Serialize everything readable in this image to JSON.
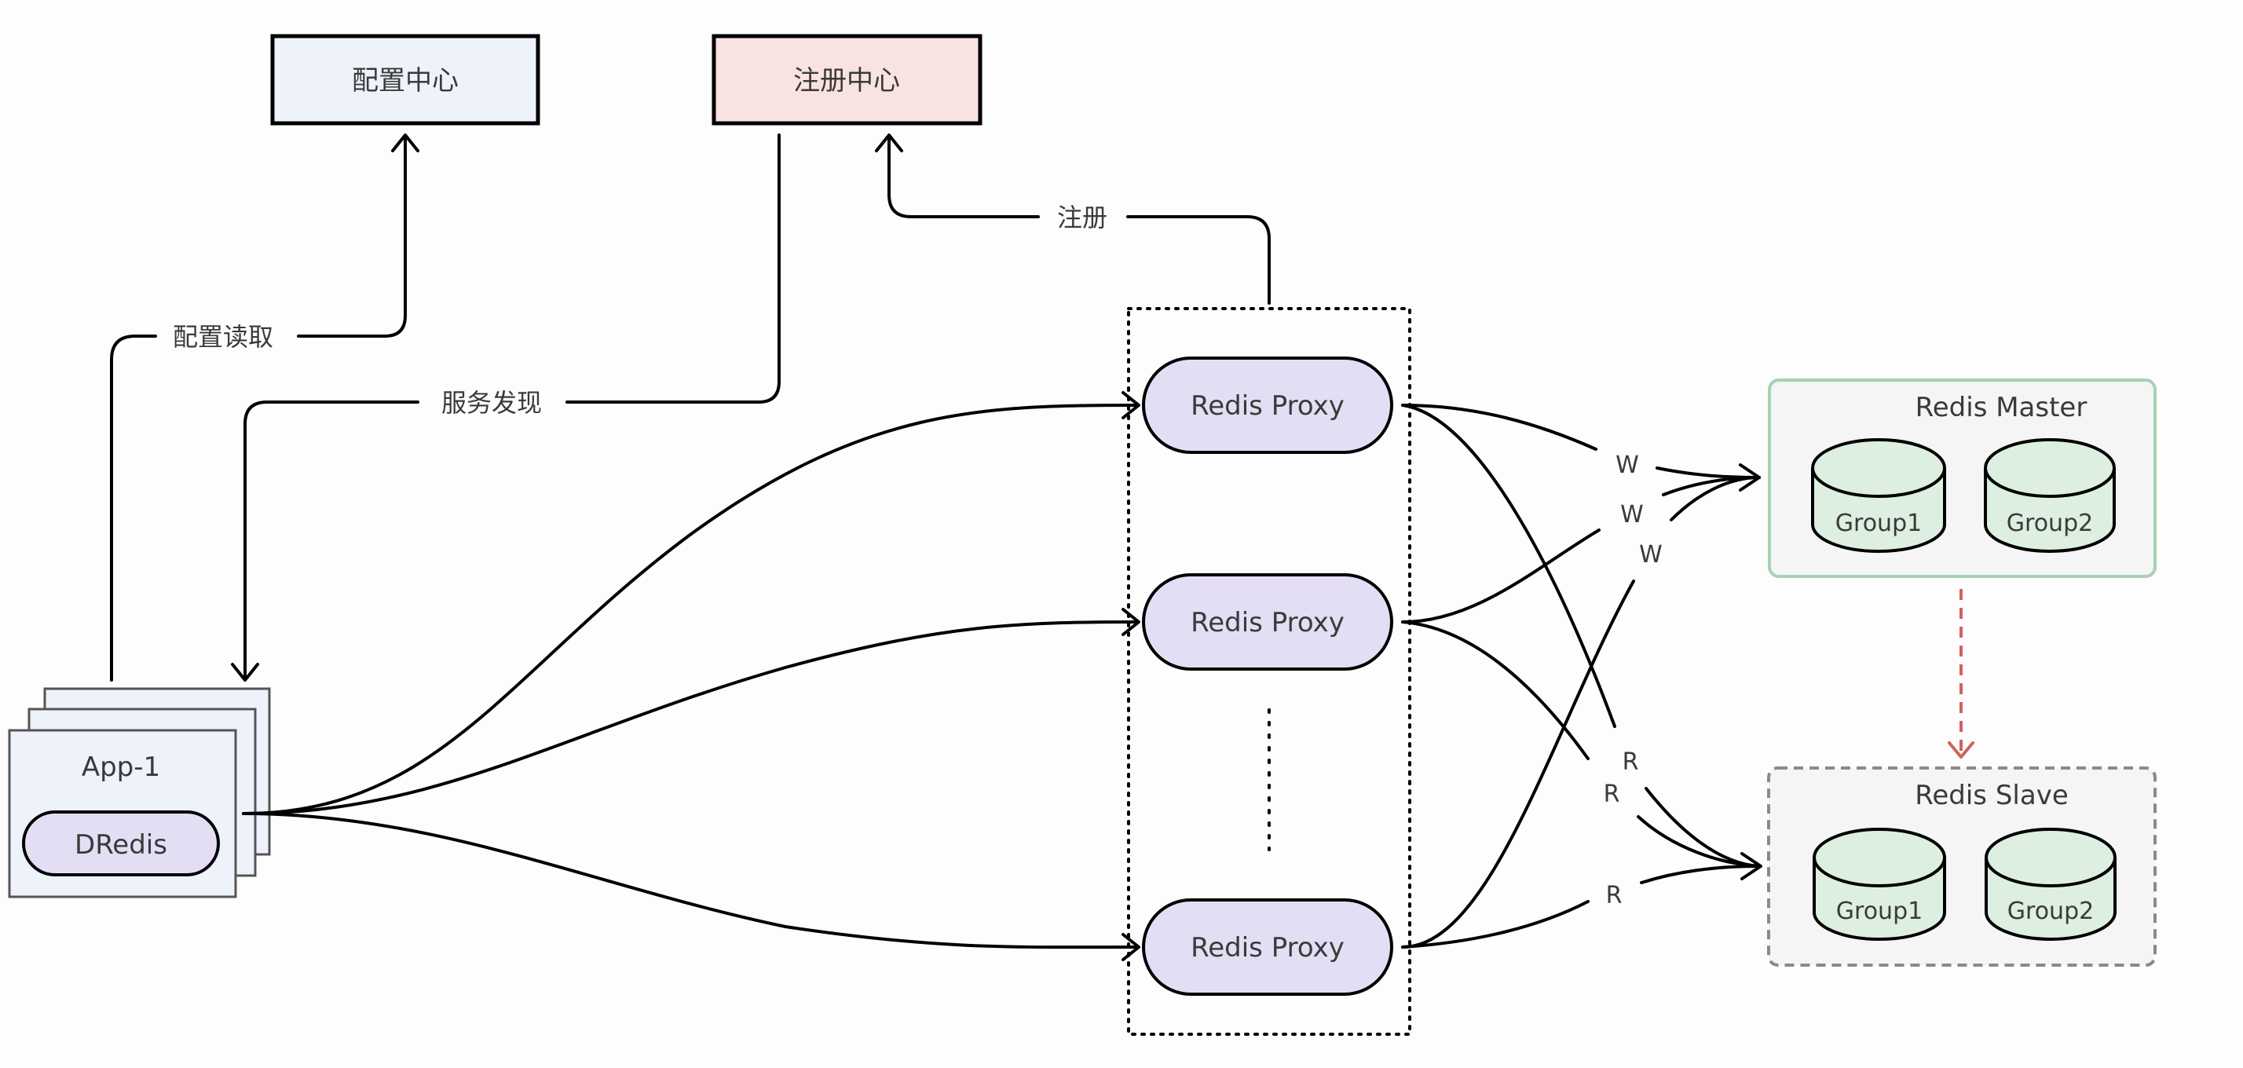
{
  "diagram": {
    "config_center": {
      "label": "配置中心",
      "fill": "#eef2fa"
    },
    "registry_center": {
      "label": "注册中心",
      "fill": "#f8e3e1"
    },
    "app": {
      "label": "App-1",
      "fill": "#eef2fa",
      "client": {
        "label": "DRedis",
        "fill": "#e4def5"
      }
    },
    "proxies": [
      {
        "label": "Redis Proxy"
      },
      {
        "label": "Redis Proxy"
      },
      {
        "label": "Redis Proxy"
      }
    ],
    "proxy_fill": "#e4def5",
    "ellipsis": "⋮",
    "master": {
      "title": "Redis Master",
      "border": "#a9d0b4",
      "fill": "#f4f5f4",
      "groups": [
        {
          "label": "Group1"
        },
        {
          "label": "Group2"
        }
      ]
    },
    "slave": {
      "title": "Redis Slave",
      "border": "#8a8a8a",
      "fill": "#f4f5f4",
      "groups": [
        {
          "label": "Group1"
        },
        {
          "label": "Group2"
        }
      ]
    },
    "group_fill": "#dcefe0",
    "replication_color": "#d0625c",
    "edge_labels": {
      "config_read": "配置读取",
      "service_discovery": "服务发现",
      "register": "注册"
    },
    "write_labels": [
      "W",
      "W",
      "W"
    ],
    "read_labels": [
      "R",
      "R",
      "R"
    ]
  }
}
